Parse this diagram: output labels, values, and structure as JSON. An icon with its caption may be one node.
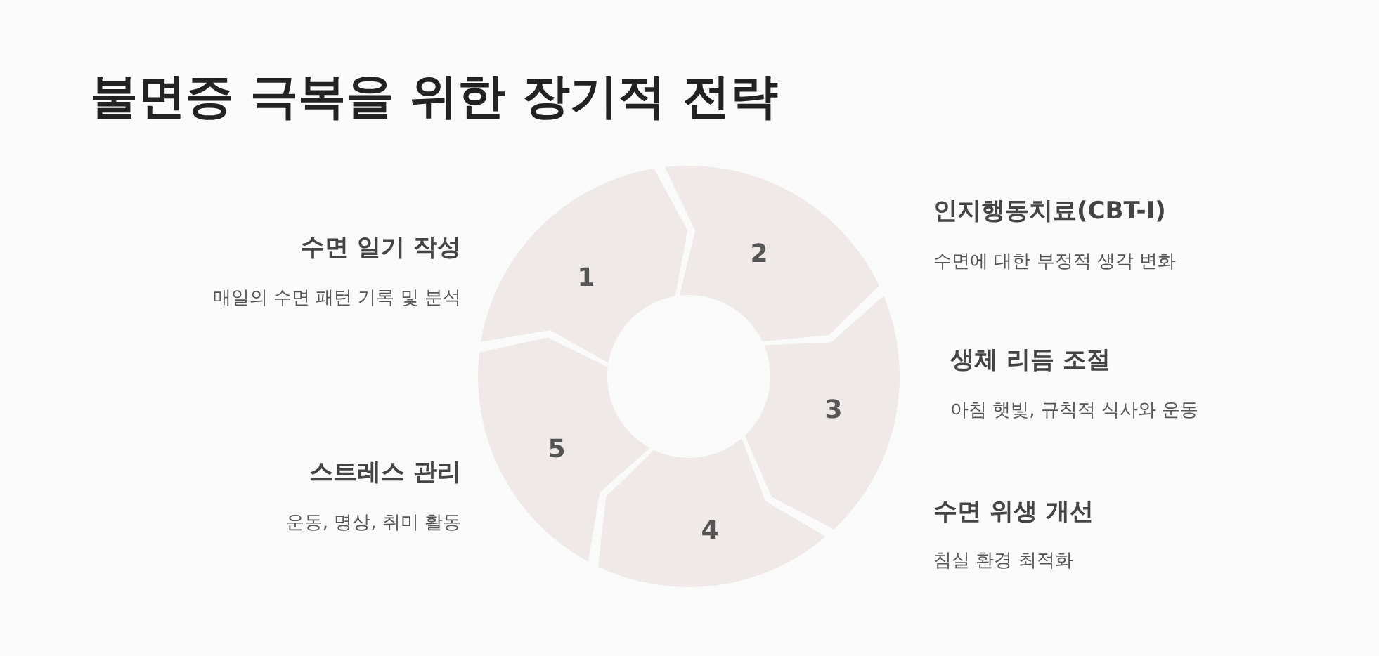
{
  "diagram": {
    "title": "불면증 극복을 위한 장기적 전략",
    "nodes": [
      {
        "text": [
          "1"
        ]
      },
      {
        "text": [
          "2"
        ]
      },
      {
        "text": [
          "3"
        ]
      },
      {
        "text": [
          "4"
        ]
      },
      {
        "text": [
          "5"
        ]
      }
    ],
    "labels": [
      "인지행동치료(CBT-I)",
      "수면에 대한 부정적 생각 변화",
      "수면 일기 작성",
      "매일의 수면 패턴 기록 및 분석",
      "생체 리듬 조절",
      "아침 햇빛, 규칙적 식사와 운동",
      "스트레스 관리",
      "운동, 명상, 취미 활동",
      "수면 위생 개선",
      "침실 환경 최적화"
    ]
  }
}
